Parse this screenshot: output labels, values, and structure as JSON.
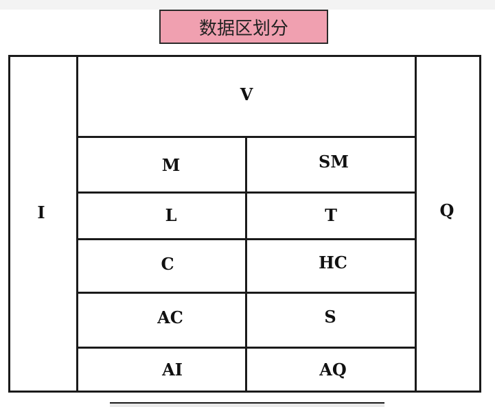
{
  "title": "数据区划分",
  "left_column_label": "I",
  "right_column_label": "Q",
  "top_cell_label": "V",
  "grid": {
    "rows": [
      {
        "left": "M",
        "right": "SM"
      },
      {
        "left": "L",
        "right": "T"
      },
      {
        "left": "C",
        "right": "HC"
      },
      {
        "left": "AC",
        "right": "S"
      },
      {
        "left": "AI",
        "right": "AQ"
      }
    ]
  },
  "colors": {
    "title_fill": "#f0a0b0",
    "border": "#1a1a1a",
    "background": "#ffffff"
  }
}
